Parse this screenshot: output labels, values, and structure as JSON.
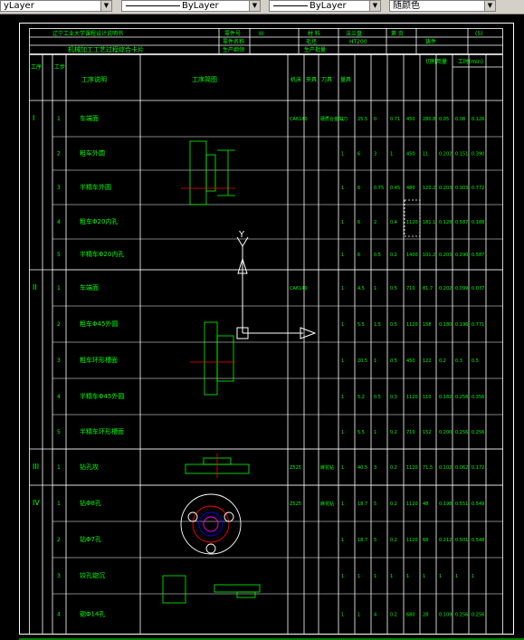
{
  "toolbar": {
    "linetype_value": "yLayer",
    "lineweight_value": "ByLayer",
    "lineweight2_value": "ByLayer",
    "color_value": "随颜色",
    "arrow_glyph": "▼"
  },
  "card": {
    "school_header": "辽宁工业大学课程设计说明书",
    "title": "机械加工工艺过程综合卡片",
    "h_part_no": "零件号",
    "h_part_name": "零件名称",
    "h_material": "材 料",
    "h_blank": "毛坯",
    "h_program": "生产纲领",
    "h_batch": "生产批量",
    "h_page": "第 页",
    "v_part_no": "III",
    "v_part_name": "法兰盘",
    "v_material": "HT200",
    "v_blank": "铸件",
    "v_sheet": "(5)",
    "col_process": "工序",
    "col_step": "工步",
    "col_desc": "工序说明",
    "col_sketch": "工序简图",
    "col_machine": "机床",
    "col_fixture": "夹具",
    "col_tool": "刀具",
    "col_gauge": "量具",
    "col_params": "切削用量",
    "col_time": "工时(min)",
    "axis_y": "Y"
  },
  "rows": [
    {
      "proc": "I",
      "step": "1",
      "desc": "车端面",
      "machine": "CA6140",
      "tool": "硬质合金车刀",
      "v": [
        "1",
        "25.5",
        "0",
        "0.71",
        "450",
        "280.8",
        "0.05",
        "0.08",
        "0.126"
      ]
    },
    {
      "proc": "",
      "step": "2",
      "desc": "粗车外圆",
      "machine": "",
      "tool": "",
      "v": [
        "1",
        "6",
        "3",
        "1",
        "450",
        "11",
        "0.202",
        "0.151",
        "0.390"
      ]
    },
    {
      "proc": "",
      "step": "3",
      "desc": "半精车外圆",
      "machine": "",
      "tool": "",
      "v": [
        "1",
        "6",
        "0.75",
        "0.45",
        "480",
        "120.2",
        "0.203",
        "0.303",
        "0.772"
      ]
    },
    {
      "proc": "",
      "step": "4",
      "desc": "粗车Φ20内孔",
      "machine": "",
      "tool": "",
      "v": [
        "1",
        "6",
        "2",
        "0.4",
        "1120",
        "181.1",
        "0.128",
        "0.587",
        "0.188"
      ]
    },
    {
      "proc": "",
      "step": "5",
      "desc": "半精车Φ20内孔",
      "machine": "",
      "tool": "",
      "v": [
        "1",
        "6",
        "0.5",
        "0.2",
        "1400",
        "101.2",
        "0.203",
        "0.290",
        "0.587"
      ]
    },
    {
      "proc": "II",
      "step": "1",
      "desc": "车端面",
      "machine": "CA6140",
      "tool": "",
      "v": [
        "1",
        "4.5",
        "1",
        "0.5",
        "710",
        "81.7",
        "0.202",
        "0.099",
        "0.037"
      ]
    },
    {
      "proc": "",
      "step": "2",
      "desc": "粗车Φ45外圆",
      "machine": "",
      "tool": "",
      "v": [
        "1",
        "5.5",
        "1.5",
        "0.5",
        "1120",
        "158",
        "0.180",
        "0.196",
        "0.771"
      ]
    },
    {
      "proc": "",
      "step": "3",
      "desc": "粗车环形槽面",
      "machine": "",
      "tool": "",
      "v": [
        "1",
        "20.5",
        "1",
        "0.5",
        "450",
        "122",
        "0.2",
        "0.3",
        "0.5"
      ]
    },
    {
      "proc": "",
      "step": "4",
      "desc": "半精车Φ45外圆",
      "machine": "",
      "tool": "",
      "v": [
        "1",
        "5.2",
        "0.5",
        "0.3",
        "1120",
        "110",
        "0.182",
        "0.256",
        "0.356"
      ]
    },
    {
      "proc": "",
      "step": "5",
      "desc": "半精车环形槽面",
      "machine": "",
      "tool": "",
      "v": [
        "1",
        "5.5",
        "1",
        "0.2",
        "710",
        "152",
        "0.200",
        "0.256",
        "0.256"
      ]
    },
    {
      "proc": "III",
      "step": "1",
      "desc": "钻孔攻",
      "machine": "Z525",
      "tool": "麻花钻",
      "v": [
        "1",
        "40.5",
        "3",
        "0.2",
        "1120",
        "71.5",
        "0.102",
        "0.062",
        "0.172"
      ]
    },
    {
      "proc": "IV",
      "step": "1",
      "desc": "钻Φ8孔",
      "machine": "Z525",
      "tool": "麻花钻",
      "v": [
        "1",
        "18.7",
        "5",
        "0.2",
        "1120",
        "48",
        "0.198",
        "0.551",
        "0.549"
      ]
    },
    {
      "proc": "",
      "step": "2",
      "desc": "钻Φ7孔",
      "machine": "",
      "tool": "",
      "v": [
        "1",
        "18.7",
        "5",
        "0.2",
        "1120",
        "68",
        "0.212",
        "0.501",
        "0.548"
      ]
    },
    {
      "proc": "",
      "step": "3",
      "desc": "铰孔锪沉",
      "machine": "",
      "tool": "",
      "v": [
        "1",
        "1",
        "1",
        "1",
        "1",
        "1",
        "1",
        "1",
        "1"
      ]
    },
    {
      "proc": "",
      "step": "4",
      "desc": "锪Φ14孔",
      "machine": "",
      "tool": "",
      "v": [
        "1",
        "1",
        "4",
        "0.2",
        "680",
        "28",
        "0.109",
        "0.256",
        "0.256"
      ]
    }
  ],
  "colors": {
    "line": "#00ff00",
    "bg": "#000000",
    "white": "#ffffff",
    "red": "#ff0000",
    "blue": "#0000ff",
    "magenta": "#ff00ff"
  }
}
